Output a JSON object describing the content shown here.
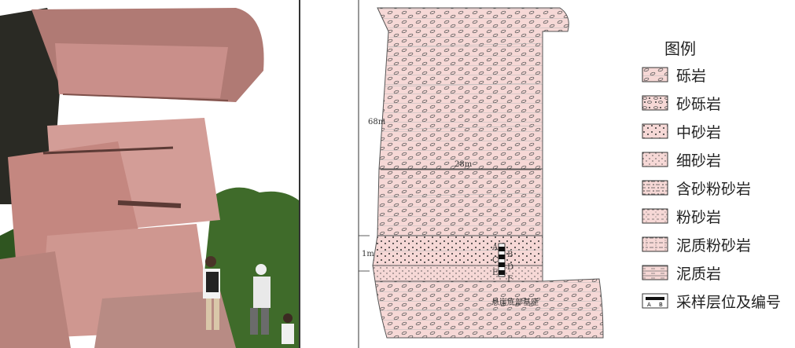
{
  "section": {
    "total_height_label": "68m",
    "width_label": "28m",
    "sample_interval_label": "1m",
    "base_label": "悬崖底部基座",
    "sample_codes": [
      "A",
      "B",
      "C",
      "D",
      "E",
      "F"
    ]
  },
  "legend": {
    "title": "图例",
    "items": [
      {
        "label": "砾岩",
        "pattern": "conglomerate-pattern"
      },
      {
        "label": "砂砾岩",
        "pattern": "sandy-conglomerate-pattern"
      },
      {
        "label": "中砂岩",
        "pattern": "medium-sandstone-pattern"
      },
      {
        "label": "细砂岩",
        "pattern": "fine-sandstone-pattern"
      },
      {
        "label": "含砂粉砂岩",
        "pattern": "sandy-siltstone-pattern"
      },
      {
        "label": "粉砂岩",
        "pattern": "siltstone-pattern"
      },
      {
        "label": "泥质粉砂岩",
        "pattern": "muddy-siltstone-pattern"
      },
      {
        "label": "泥质岩",
        "pattern": "mudstone-pattern"
      },
      {
        "label": "采样层位及编号",
        "pattern": "sample-marker",
        "codes": [
          "A",
          "B"
        ]
      }
    ]
  },
  "colors": {
    "rock_fill": "#f6d8d6",
    "outline": "#555555",
    "cliff": "#c98f8a",
    "foliage": "#3f6b2a"
  }
}
